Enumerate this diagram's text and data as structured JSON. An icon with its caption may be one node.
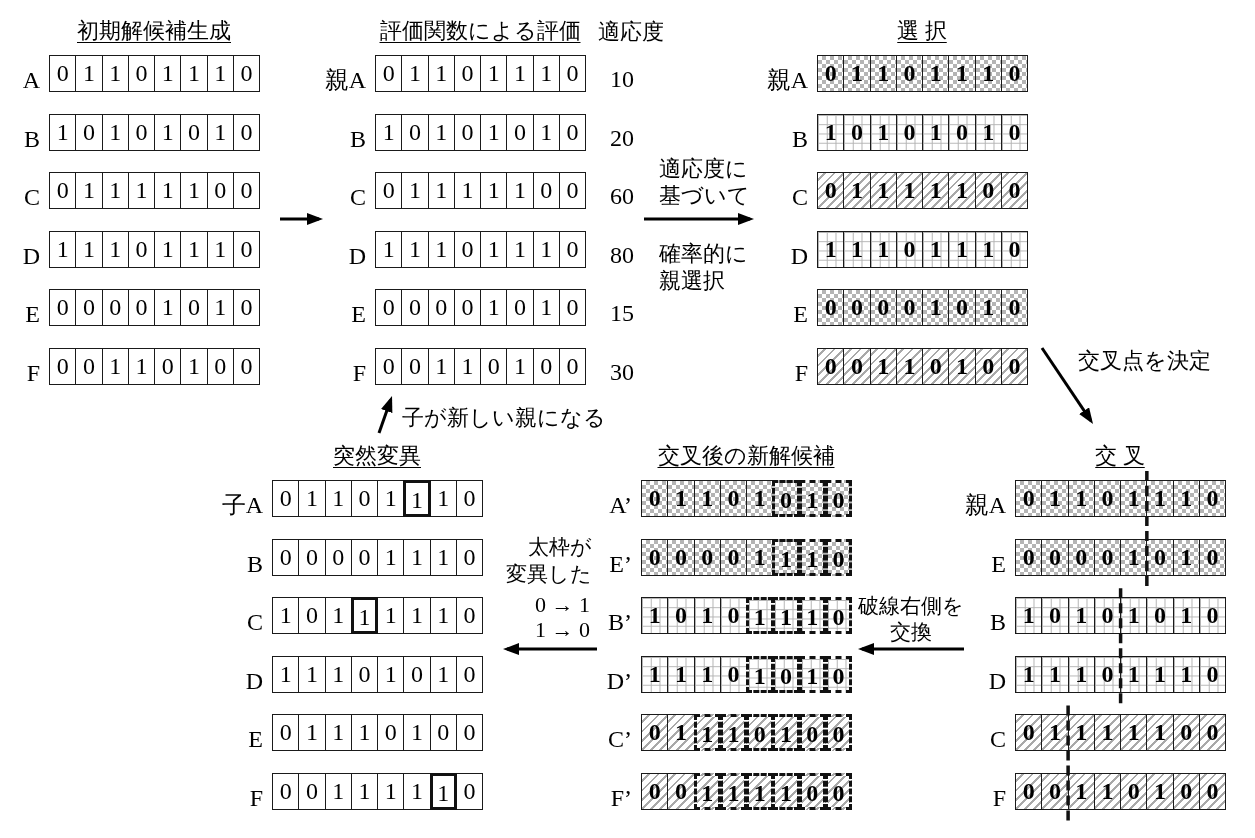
{
  "diagram": {
    "nodes": [
      {
        "text": [
          "初期解候補生成"
        ]
      },
      {
        "text": [
          "A",
          "0",
          "1",
          "1",
          "0",
          "1",
          "1",
          "1",
          "0"
        ],
        "in": 0
      },
      {
        "text": [
          "B",
          "1",
          "0",
          "1",
          "0",
          "1",
          "0",
          "1",
          "0"
        ],
        "in": 0
      },
      {
        "text": [
          "C",
          "0",
          "1",
          "1",
          "1",
          "1",
          "1",
          "0",
          "0"
        ],
        "in": 0
      },
      {
        "text": [
          "D",
          "1",
          "1",
          "1",
          "0",
          "1",
          "1",
          "1",
          "0"
        ],
        "in": 0
      },
      {
        "text": [
          "E",
          "0",
          "0",
          "0",
          "0",
          "1",
          "0",
          "1",
          "0"
        ],
        "in": 0
      },
      {
        "text": [
          "F",
          "0",
          "0",
          "1",
          "1",
          "0",
          "1",
          "0",
          "0"
        ],
        "in": 0
      },
      {
        "text": [
          "評価関数による評価"
        ]
      },
      {
        "text": [
          "親A",
          "0",
          "1",
          "1",
          "0",
          "1",
          "1",
          "1",
          "0"
        ],
        "in": 7,
        "beside": [
          "10"
        ]
      },
      {
        "text": [
          "B",
          "1",
          "0",
          "1",
          "0",
          "1",
          "0",
          "1",
          "0"
        ],
        "in": 7,
        "beside": [
          "20"
        ]
      },
      {
        "text": [
          "C",
          "0",
          "1",
          "1",
          "1",
          "1",
          "1",
          "0",
          "0"
        ],
        "in": 7,
        "beside": [
          "60"
        ]
      },
      {
        "text": [
          "D",
          "1",
          "1",
          "1",
          "0",
          "1",
          "1",
          "1",
          "0"
        ],
        "in": 7,
        "beside": [
          "80"
        ]
      },
      {
        "text": [
          "E",
          "0",
          "0",
          "0",
          "0",
          "1",
          "0",
          "1",
          "0"
        ],
        "in": 7,
        "beside": [
          "15"
        ]
      },
      {
        "text": [
          "F",
          "0",
          "0",
          "1",
          "1",
          "0",
          "1",
          "0",
          "0"
        ],
        "in": 7,
        "beside": [
          "30"
        ]
      },
      {
        "text": [
          "選 択"
        ]
      },
      {
        "text": [
          "親A",
          "0",
          "1",
          "1",
          "0",
          "1",
          "1",
          "1",
          "0"
        ],
        "in": 14
      },
      {
        "text": [
          "B",
          "1",
          "0",
          "1",
          "0",
          "1",
          "0",
          "1",
          "0"
        ],
        "in": 14
      },
      {
        "text": [
          "C",
          "0",
          "1",
          "1",
          "1",
          "1",
          "1",
          "0",
          "0"
        ],
        "in": 14
      },
      {
        "text": [
          "D",
          "1",
          "1",
          "1",
          "0",
          "1",
          "1",
          "1",
          "0"
        ],
        "in": 14
      },
      {
        "text": [
          "E",
          "0",
          "0",
          "0",
          "0",
          "1",
          "0",
          "1",
          "0"
        ],
        "in": 14
      },
      {
        "text": [
          "F",
          "0",
          "0",
          "1",
          "1",
          "0",
          "1",
          "0",
          "0"
        ],
        "in": 14
      },
      {
        "text": [
          "突然変異"
        ]
      },
      {
        "text": [
          "子A",
          "0",
          "1",
          "1",
          "0",
          "1",
          "1",
          "1",
          "0"
        ],
        "in": 21
      },
      {
        "text": [
          "B",
          "0",
          "0",
          "0",
          "0",
          "1",
          "1",
          "1",
          "0"
        ],
        "in": 21
      },
      {
        "text": [
          "C",
          "1",
          "0",
          "1",
          "1",
          "1",
          "1",
          "1",
          "0"
        ],
        "in": 21
      },
      {
        "text": [
          "D",
          "1",
          "1",
          "1",
          "0",
          "1",
          "0",
          "1",
          "0"
        ],
        "in": 21
      },
      {
        "text": [
          "E",
          "0",
          "1",
          "1",
          "1",
          "0",
          "1",
          "0",
          "0"
        ],
        "in": 21
      },
      {
        "text": [
          "F",
          "0",
          "0",
          "1",
          "1",
          "1",
          "1",
          "1",
          "0"
        ],
        "in": 21
      },
      {
        "text": [
          "交叉後の新解候補"
        ]
      },
      {
        "text": [
          "A’",
          "0",
          "1",
          "1",
          "0",
          "1",
          "0",
          "1",
          "0"
        ],
        "in": 28
      },
      {
        "text": [
          "E’",
          "0",
          "0",
          "0",
          "0",
          "1",
          "1",
          "1",
          "0"
        ],
        "in": 28
      },
      {
        "text": [
          "B’",
          "1",
          "0",
          "1",
          "0",
          "1",
          "1",
          "1",
          "0"
        ],
        "in": 28
      },
      {
        "text": [
          "D’",
          "1",
          "1",
          "1",
          "0",
          "1",
          "0",
          "1",
          "0"
        ],
        "in": 28
      },
      {
        "text": [
          "C’",
          "0",
          "1",
          "1",
          "1",
          "0",
          "1",
          "0",
          "0"
        ],
        "in": 28
      },
      {
        "text": [
          "F’",
          "0",
          "0",
          "1",
          "1",
          "1",
          "1",
          "0",
          "0"
        ],
        "in": 28
      },
      {
        "text": [
          "交 叉"
        ]
      },
      {
        "text": [
          "親A",
          "0",
          "1",
          "1",
          "0",
          "1",
          "1",
          "1",
          "0"
        ],
        "in": 35
      },
      {
        "text": [
          "E",
          "0",
          "0",
          "0",
          "0",
          "1",
          "0",
          "1",
          "0"
        ],
        "in": 35
      },
      {
        "text": [
          "B",
          "1",
          "0",
          "1",
          "0",
          "1",
          "0",
          "1",
          "0"
        ],
        "in": 35
      },
      {
        "text": [
          "D",
          "1",
          "1",
          "1",
          "0",
          "1",
          "1",
          "1",
          "0"
        ],
        "in": 35
      },
      {
        "text": [
          "C",
          "0",
          "1",
          "1",
          "1",
          "1",
          "1",
          "0",
          "0"
        ],
        "in": 35
      },
      {
        "text": [
          "F",
          "0",
          "0",
          "1",
          "1",
          "0",
          "1",
          "0",
          "0"
        ],
        "in": 35
      }
    ],
    "edges": [
      {
        "from": 0,
        "to": 7,
        "arrow": "to"
      },
      {
        "from": 7,
        "to": 14,
        "arrow": "to",
        "label": "適応度に基づいて"
      },
      {
        "from": 14,
        "to": 35,
        "arrow": "to",
        "label": "交叉点を決定"
      },
      {
        "from": 35,
        "to": 28,
        "arrow": "to",
        "label": "破線右側を交換"
      },
      {
        "from": 28,
        "to": 21,
        "arrow": "to",
        "label": "太枠が変異した"
      },
      {
        "from": 21,
        "to": 7,
        "arrow": "to",
        "label": "子が新しい親になる"
      }
    ],
    "labels": [
      "適応度",
      "確率的に親選択",
      "0 → 1",
      "1 → 0"
    ]
  }
}
